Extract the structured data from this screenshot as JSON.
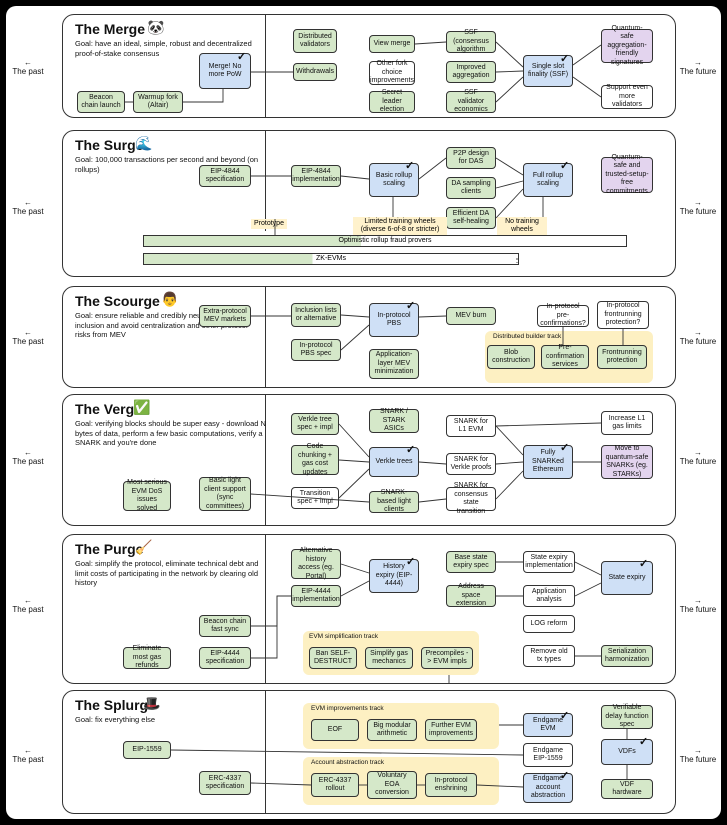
{
  "side": {
    "past_arrow": "←",
    "past": "The past",
    "future_arrow": "→",
    "future": "The future"
  },
  "merge": {
    "title": "The Merge",
    "goal": "Goal: have an ideal, simple, robust and decentralized proof-of-stake consensus",
    "boxes": {
      "beacon": "Beacon chain launch",
      "warmup": "Warmup fork (Altair)",
      "merge": "Merge! No more PoW",
      "distval": "Distributed validators",
      "withdrawals": "Withdrawals",
      "viewmerge": "View merge",
      "otherfork": "Other fork choice improvements",
      "secretleader": "Secret leader election",
      "ssfcons": "SSF (consensus algorithm",
      "improvedagg": "Improved aggregation",
      "ssfecon": "SSF validator economics",
      "ssf": "Single slot finality (SSF)",
      "qsafeagg": "Quantum-safe aggregation-friendly signatures",
      "moreval": "Support even more validators"
    }
  },
  "surge": {
    "title": "The Surge",
    "goal": "Goal: 100,000 transactions per second and beyond (on rollups)",
    "boxes": {
      "eip4844spec": "EIP-4844 specification",
      "eip4844impl": "EIP-4844 implementation",
      "basicrollup": "Basic rollup scaling",
      "p2pdas": "P2P design for DAS",
      "dasclients": "DA sampling clients",
      "efficientda": "Efficient DA self-healing",
      "fullrollup": "Full rollup scaling",
      "qsafetrusted": "Quantum-safe and trusted-setup-free commitments"
    },
    "labels": {
      "prototype": "Prototype",
      "limited": "Limited training wheels (diverse 6-of-8 or stricter)",
      "notraining": "No training wheels"
    },
    "bars": {
      "optimistic": "Optimistic rollup fraud provers",
      "zkevm": "ZK-EVMs"
    }
  },
  "scourge": {
    "title": "The Scourge",
    "goal": "Goal: ensure reliable and credibly neutral transaction inclusion and avoid centralization and other protocol risks from MEV",
    "track": "Distributed builder track",
    "boxes": {
      "extramev": "Extra-protocol MEV markets",
      "inclusion": "Inclusion lists or alternative",
      "pbsspec": "In-protocol PBS spec",
      "pbs": "In-protocol PBS",
      "appmev": "Application-layer MEV minimization",
      "mevburn": "MEV burn",
      "preconf": "In-protocol pre-confirmations?",
      "frontrun": "In-protocol frontrunning protection?",
      "blob": "Blob construction",
      "preconfsvc": "Pre-confirmation services",
      "frontrunprot": "Frontrunning protection"
    }
  },
  "verge": {
    "title": "The Verge",
    "goal": "Goal: verifying blocks should be super easy - download N bytes of data, perform a few basic computations, verify a SNARK and you're done",
    "boxes": {
      "evmdos": "Most serious EVM DoS issues solved",
      "basiclight": "Basic light client support (sync committees)",
      "verkletree": "Verkle tree spec + impl",
      "codechunk": "Code chunking + gas cost updates",
      "transition": "Transition spec + impl",
      "snarkasics": "SNARK / STARK ASICs",
      "verkle": "Verkle trees",
      "snarklight": "SNARK-based light clients",
      "snarkl1": "SNARK for L1 EVM",
      "snarkverkle": "SNARK for Verkle proofs",
      "snarkcons": "SNARK for consensus state transition",
      "fullysnark": "Fully SNARKed Ethereum",
      "increasel1": "Increase L1 gas limits",
      "qsnark": "Move to quantum-safe SNARKs (eg. STARKs)"
    }
  },
  "purge": {
    "title": "The Purge",
    "goal": "Goal: simplify the protocol, eliminate technical debt and limit costs of participating in the network by clearing old history",
    "track": "EVM simplification track",
    "boxes": {
      "althistory": "Alternative history access (eg. Portal)",
      "eip4444impl": "EIP-4444 implementation",
      "histexpiry": "History expiry (EIP-4444)",
      "beaconsync": "Beacon chain fast sync",
      "eip4444spec": "EIP-4444 specification",
      "gasrefunds": "Eliminate most gas refunds",
      "basestate": "Base state expiry spec",
      "addrspace": "Address space extension",
      "stateexpimpl": "State expiry implementation",
      "appanalysis": "Application analysis",
      "logreform": "LOG reform",
      "removeold": "Remove old tx types",
      "serialization": "Serialization harmonization",
      "stateexpiry": "State expiry",
      "selfdestruct": "Ban SELF-DESTRUCT",
      "simplifygas": "Simplify gas mechanics",
      "precompiles": "Precompiles -> EVM impls"
    }
  },
  "splurge": {
    "title": "The Splurge",
    "goal": "Goal: fix everything else",
    "track1": "EVM improvements track",
    "track2": "Account abstraction track",
    "boxes": {
      "eof": "EOF",
      "bigmod": "Big modular arithmetic",
      "furtherevm": "Further EVM improvements",
      "eip1559": "EIP-1559",
      "erc4337spec": "ERC-4337 specification",
      "erc4337rollout": "ERC-4337 rollout",
      "voluntaryeoa": "Voluntary EOA conversion",
      "inprotocolens": "In-protocol enshrining",
      "endevm": "Endgame EVM",
      "endeip1559": "Endgame EIP-1559",
      "endaa": "Endgame account abstraction",
      "vdfspec": "Verifiable delay function spec",
      "vdfs": "VDFs",
      "vdfhw": "VDF hardware"
    }
  }
}
